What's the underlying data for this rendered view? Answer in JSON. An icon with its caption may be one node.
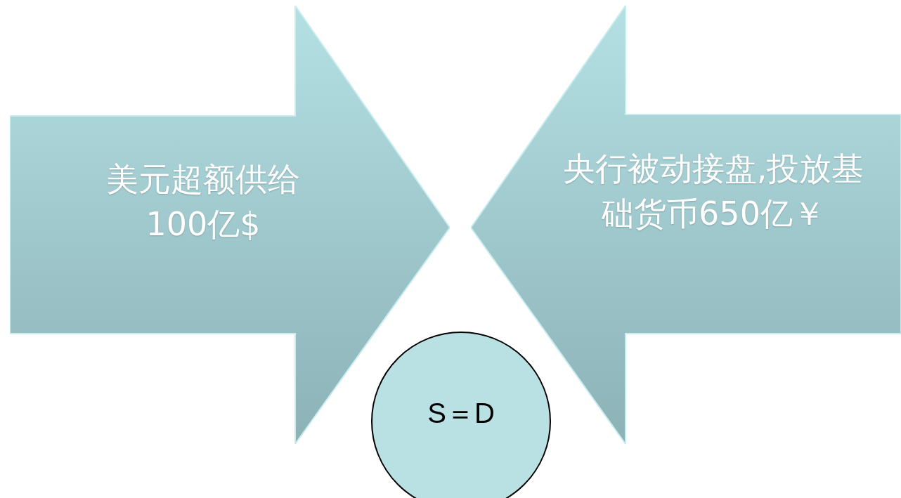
{
  "diagram": {
    "nodes": [
      {
        "text": [
          "美元超额供给100亿$"
        ]
      },
      {
        "text": [
          "央行被动接盘,投放基础货币650亿￥"
        ]
      },
      {
        "text": [
          "S＝D"
        ]
      }
    ]
  }
}
